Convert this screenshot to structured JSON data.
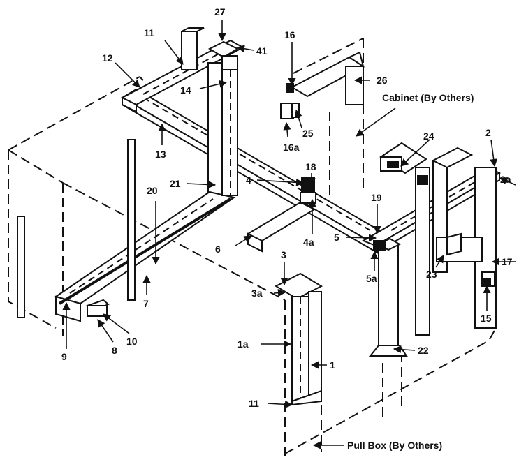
{
  "callouts": {
    "n27": "27",
    "n11_top": "11",
    "n41": "41",
    "n16": "16",
    "n12": "12",
    "n26": "26",
    "n14": "14",
    "n25": "25",
    "n16a": "16a",
    "n13": "13",
    "n24": "24",
    "n2": "2",
    "n2a": "2a",
    "n20": "20",
    "n21": "21",
    "n18": "18",
    "n4": "4",
    "n19": "19",
    "n6": "6",
    "n4a": "4a",
    "n5": "5",
    "n5a": "5a",
    "n3": "3",
    "n3a": "3a",
    "n17": "17",
    "n23": "23",
    "n7": "7",
    "n15": "15",
    "n10": "10",
    "n9": "9",
    "n8": "8",
    "n1a": "1a",
    "n1": "1",
    "n22": "22",
    "n11_bottom": "11"
  },
  "captions": {
    "cabinet": "Cabinet (By Others)",
    "pull_box": "Pull Box (By Others)"
  }
}
